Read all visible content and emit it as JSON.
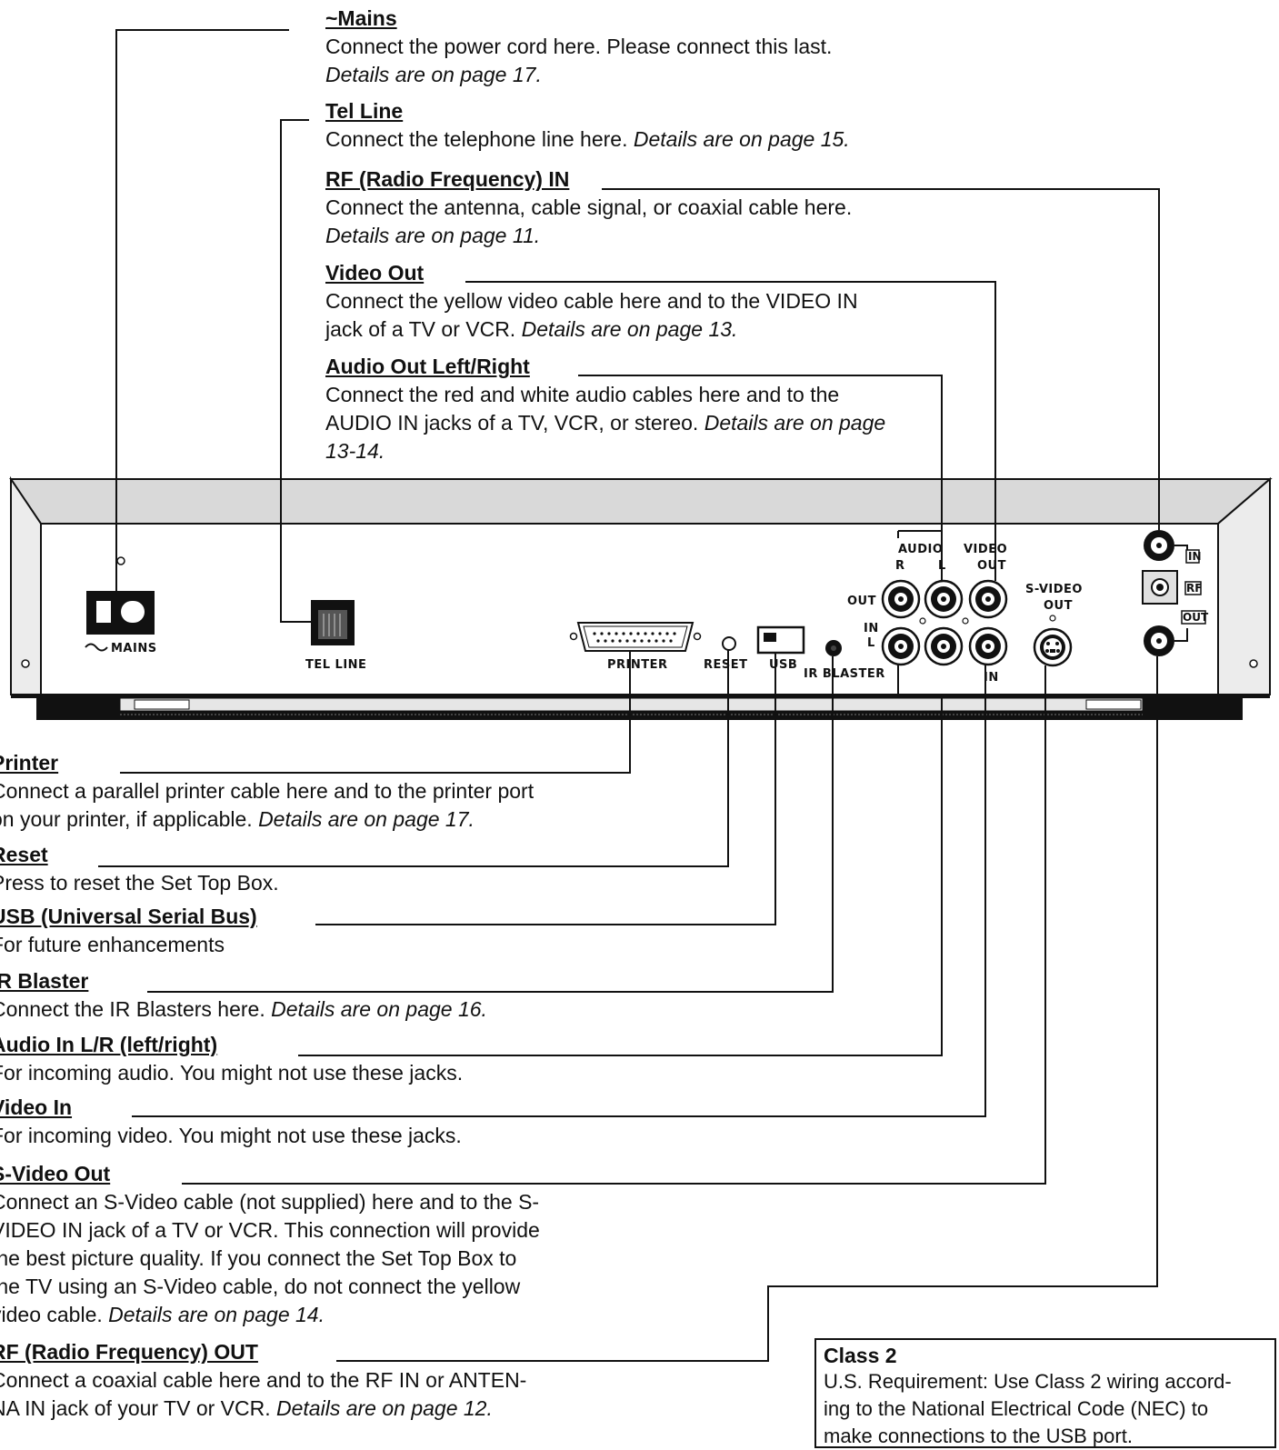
{
  "callouts": {
    "mains": {
      "title": "~Mains",
      "lines": [
        {
          "text": "Connect the power cord here. Please connect this last.",
          "detail": ""
        },
        {
          "text": "",
          "detail": "Details are on page 17."
        }
      ]
    },
    "tel_line": {
      "title": "Tel Line",
      "lines": [
        {
          "text": "Connect the telephone line here. ",
          "detail": "Details are on page 15."
        }
      ]
    },
    "rf_in": {
      "title": "RF (Radio Frequency) IN",
      "lines": [
        {
          "text": "Connect the antenna, cable signal, or coaxial cable here.",
          "detail": ""
        },
        {
          "text": "",
          "detail": "Details are on page 11."
        }
      ]
    },
    "video_out": {
      "title": "Video Out",
      "lines": [
        {
          "text": "Connect the yellow video cable here and to the VIDEO IN",
          "detail": ""
        },
        {
          "text": "jack of a TV or VCR. ",
          "detail": "Details are on page 13."
        }
      ]
    },
    "audio_out": {
      "title": "Audio Out Left/Right",
      "lines": [
        {
          "text": "Connect the red and white audio cables here and to the",
          "detail": ""
        },
        {
          "text": "AUDIO IN jacks of a TV, VCR, or stereo. ",
          "detail": "Details are on page"
        },
        {
          "text": "",
          "detail": "13-14."
        }
      ]
    },
    "printer": {
      "title": "Printer",
      "lines": [
        {
          "text": "Connect a parallel printer cable here and to the printer port",
          "detail": ""
        },
        {
          "text": "on your printer, if applicable. ",
          "detail": "Details are on page 17."
        }
      ]
    },
    "reset": {
      "title": "Reset",
      "lines": [
        {
          "text": "Press to reset the Set Top Box.",
          "detail": ""
        }
      ]
    },
    "usb": {
      "title": "USB (Universal Serial Bus)",
      "lines": [
        {
          "text": "For future enhancements",
          "detail": ""
        }
      ]
    },
    "ir_blaster": {
      "title": "IR Blaster",
      "lines": [
        {
          "text": "Connect the IR Blasters here. ",
          "detail": "Details are on page 16."
        }
      ]
    },
    "audio_in": {
      "title": "Audio In L/R (left/right)",
      "lines": [
        {
          "text": "For incoming audio. You might not use these jacks.",
          "detail": ""
        }
      ]
    },
    "video_in": {
      "title": "Video In",
      "lines": [
        {
          "text": "For incoming video. You might not use these jacks.",
          "detail": ""
        }
      ]
    },
    "svideo_out": {
      "title": "S-Video Out",
      "lines": [
        {
          "text": "Connect an S-Video cable (not supplied) here and to the S-",
          "detail": ""
        },
        {
          "text": "VIDEO IN jack of a TV or VCR. This connection will provide",
          "detail": ""
        },
        {
          "text": "the best picture quality. If you connect the Set Top Box to",
          "detail": ""
        },
        {
          "text": "the TV using an S-Video cable, do not connect the yellow",
          "detail": ""
        },
        {
          "text": "video cable. ",
          "detail": "Details are on page 14."
        }
      ]
    },
    "rf_out": {
      "title": "RF (Radio Frequency) OUT",
      "lines": [
        {
          "text": "Connect a coaxial cable here and to the RF IN or ANTEN-",
          "detail": ""
        },
        {
          "text": "NA IN jack of your TV or VCR. ",
          "detail": "Details are on page 12."
        }
      ]
    }
  },
  "class2_box": {
    "title": "Class 2",
    "lines": [
      "U.S. Requirement: Use Class 2 wiring accord-",
      "ing to the National Electrical Code (NEC) to",
      "make connections to the USB port."
    ]
  },
  "panel_labels": {
    "mains": "MAINS",
    "tel_line": "TEL LINE",
    "printer": "PRINTER",
    "reset": "RESET",
    "usb": "USB",
    "ir_blaster": "IR BLASTER",
    "audio": "AUDIO",
    "video": "VIDEO",
    "out": "OUT",
    "in": "IN",
    "r": "R",
    "l": "L",
    "svideo": "S-VIDEO",
    "rf_in": "IN",
    "rf": "RF",
    "rf_out": "OUT"
  }
}
